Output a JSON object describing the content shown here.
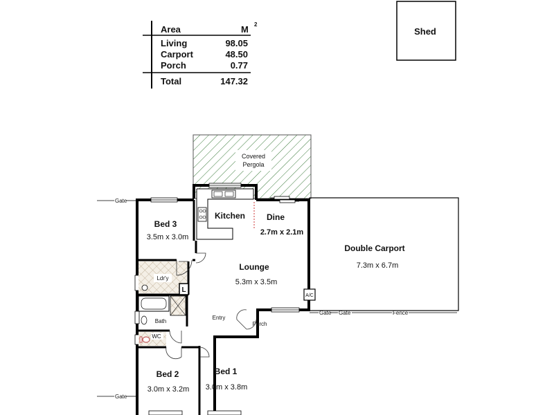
{
  "area_table": {
    "header": {
      "label": "Area",
      "unit": "M",
      "unit_sup": "2"
    },
    "rows": [
      {
        "label": "Living",
        "value": "98.05"
      },
      {
        "label": "Carport",
        "value": "48.50"
      },
      {
        "label": "Porch",
        "value": "0.77"
      }
    ],
    "total": {
      "label": "Total",
      "value": "147.32"
    }
  },
  "rooms": {
    "shed": "Shed",
    "pergola": [
      "Covered",
      "Pergola"
    ],
    "kitchen": "Kitchen",
    "dine": {
      "name": "Dine",
      "size": "2.7m x 2.1m"
    },
    "bed3": {
      "name": "Bed 3",
      "size": "3.5m x 3.0m"
    },
    "lounge": {
      "name": "Lounge",
      "size": "5.3m x 3.5m"
    },
    "carport": {
      "name": "Double Carport",
      "size": "7.3m x 6.7m"
    },
    "laundry": "Ldr'y",
    "linen": "L",
    "bath": "Bath",
    "wc": "WC",
    "entry": "Entry",
    "porch": "Porch",
    "ac": "A/C",
    "bed2": {
      "name": "Bed 2",
      "size": "3.0m x 3.2m"
    },
    "bed1": {
      "name": "Bed 1",
      "size": "3.0m x 3.8m"
    }
  },
  "boundary": {
    "gate_left_top": "Gate",
    "gate_left_bottom": "Gate",
    "gate_a": "Gate",
    "gate_b": "Gate",
    "fence": "Fence"
  }
}
